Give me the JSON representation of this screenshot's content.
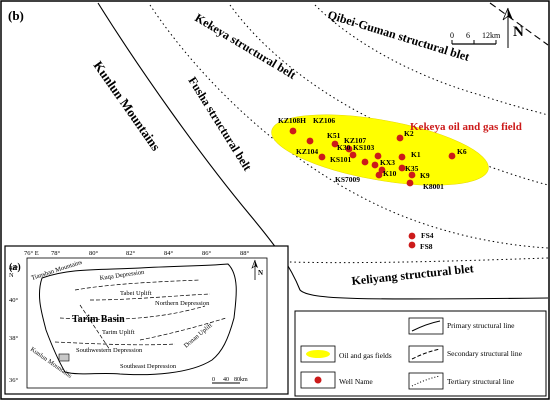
{
  "panel_b_label": "(b)",
  "panel_a_label": "(a)",
  "region_labels": {
    "kunlun": "Kunlun Mountains",
    "kekeya": "Kekeya structural belt",
    "fusha": "Fusha structural belt",
    "qibei": "Qibei-Guman structural blet",
    "keliyang": "Keliyang structural blet"
  },
  "field_label": "Kekeya oil and gas field",
  "wells": [
    {
      "name": "KZ108H"
    },
    {
      "name": "KZ106"
    },
    {
      "name": "K51"
    },
    {
      "name": "KZ107"
    },
    {
      "name": "KZ104"
    },
    {
      "name": "K30"
    },
    {
      "name": "KS101"
    },
    {
      "name": "KS103"
    },
    {
      "name": "KX3"
    },
    {
      "name": "KS7009"
    },
    {
      "name": "K10"
    },
    {
      "name": "K2"
    },
    {
      "name": "K1"
    },
    {
      "name": "K35"
    },
    {
      "name": "K9"
    },
    {
      "name": "K6"
    },
    {
      "name": "K8001"
    },
    {
      "name": "FS4"
    },
    {
      "name": "FS8"
    }
  ],
  "scale_b": {
    "ticks": [
      "0",
      "6",
      "12km"
    ]
  },
  "north_label": "N",
  "inset": {
    "lon_ticks": [
      "76° E",
      "78°",
      "80°",
      "82°",
      "84°",
      "86°",
      "88°"
    ],
    "lat_ticks": [
      "42°\nN",
      "40°",
      "38°",
      "36°"
    ],
    "labels": {
      "tianshan": "Tianshan Mountains",
      "kuqa": "Kuqa Depression",
      "tabei": "Tabei Uplift",
      "northern": "Northern Depression",
      "tarim_basin": "Tarim Basin",
      "tarim_uplift": "Tarim Uplift",
      "southwestern": "Southwestern Depression",
      "donan": "Donan Uplift",
      "southeast": "Southeast Depression",
      "kunlun": "Kunlun Mountains"
    },
    "scale_ticks": [
      "0",
      "40",
      "80km"
    ],
    "north_label": "N"
  },
  "legend": {
    "oil_gas": "Oil and gas fields",
    "well": "Well Name",
    "primary": "Primary structural line",
    "secondary": "Secondary structural line",
    "tertiary": "Tertiary structural line"
  },
  "colors": {
    "field_fill": "#ffff00",
    "well_dot": "#cc1a1a",
    "field_text": "#cc1a1a",
    "line": "#000000"
  }
}
